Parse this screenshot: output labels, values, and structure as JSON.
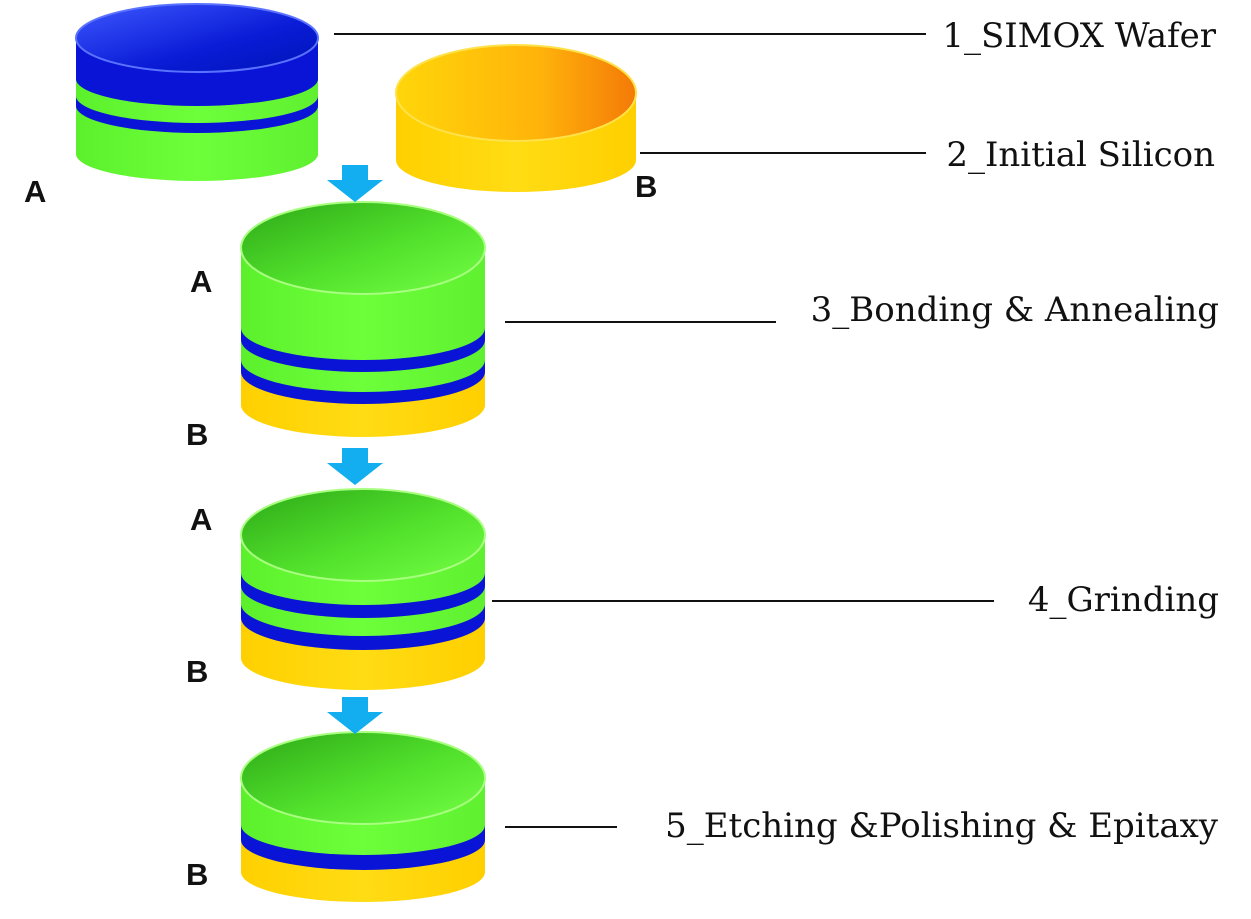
{
  "colors": {
    "green": "#66ff33",
    "blue_oxide": "#0a14d6",
    "yellow_silicon": "#ffd60a",
    "arrow": "#12aef0",
    "leader_line": "#111111"
  },
  "steps": [
    {
      "label": "1_SIMOX Wafer"
    },
    {
      "label": "2_Initial Silicon"
    },
    {
      "label": "3_Bonding & Annealing"
    },
    {
      "label": "4_Grinding"
    },
    {
      "label": "5_Etching &Polishing & Epitaxy"
    }
  ],
  "wafer_labels": {
    "a": "A",
    "b": "B"
  },
  "icons": {
    "process_arrow": "down-arrow-icon"
  }
}
